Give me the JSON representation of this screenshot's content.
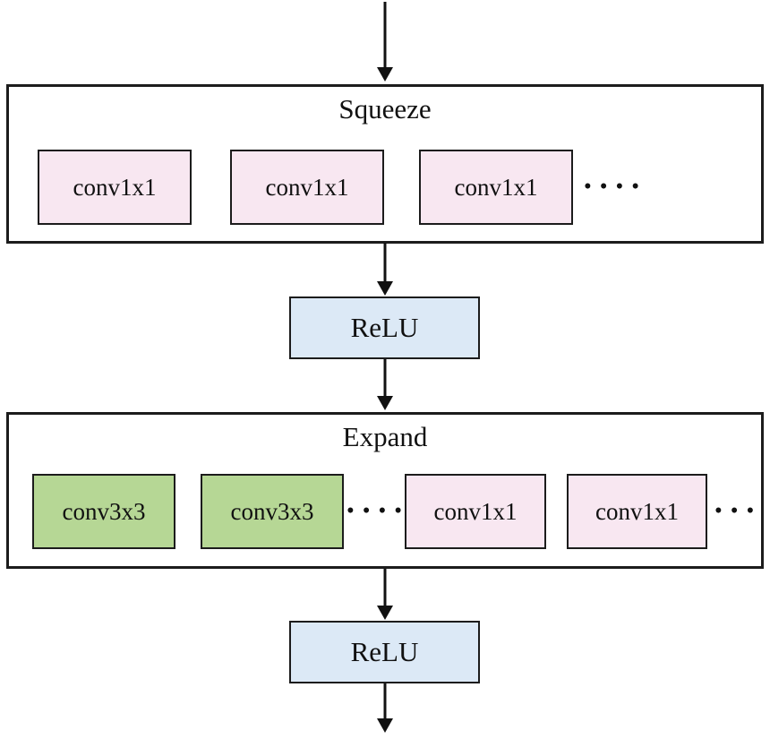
{
  "diagram": {
    "squeeze_block": {
      "title": "Squeeze",
      "conv_boxes": [
        {
          "label": "conv1x1"
        },
        {
          "label": "conv1x1"
        },
        {
          "label": "conv1x1"
        }
      ],
      "ellipsis": "••••"
    },
    "relu_top": {
      "label": "ReLU"
    },
    "expand_block": {
      "title": "Expand",
      "conv3_boxes": [
        {
          "label": "conv3x3"
        },
        {
          "label": "conv3x3"
        }
      ],
      "ellipsis_mid": "••••",
      "conv1_boxes": [
        {
          "label": "conv1x1"
        },
        {
          "label": "conv1x1"
        }
      ],
      "ellipsis_right": "•••"
    },
    "relu_bottom": {
      "label": "ReLU"
    },
    "colors": {
      "conv1x1_fill": "#f8e7f1",
      "conv3x3_fill": "#b6d795",
      "relu_fill": "#dce9f6",
      "box_border": "#1c1c1c",
      "arrow": "#111111"
    }
  }
}
